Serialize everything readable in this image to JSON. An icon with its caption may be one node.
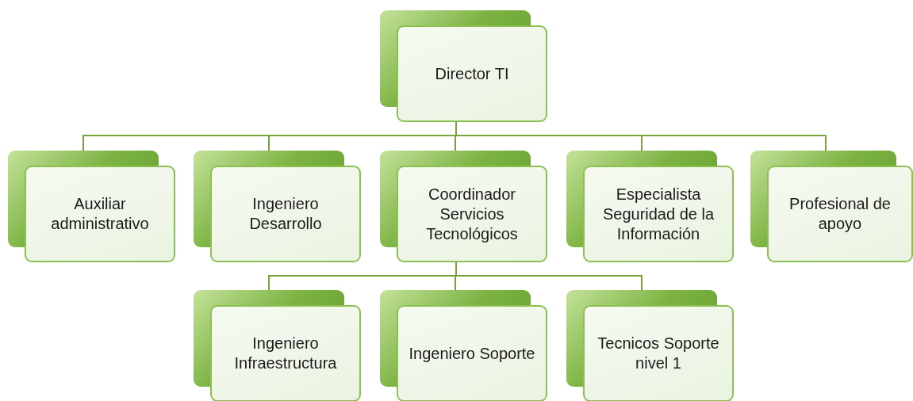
{
  "diagram": {
    "nodes": [
      {
        "text": [
          "Director TI"
        ]
      },
      {
        "text": [
          "Auxiliar administrativo"
        ]
      },
      {
        "text": [
          "Ingeniero Desarrollo"
        ]
      },
      {
        "text": [
          "Coordinador Servicios Tecnológicos"
        ]
      },
      {
        "text": [
          "Especialista Seguridad de la Información"
        ]
      },
      {
        "text": [
          "Profesional de apoyo"
        ]
      },
      {
        "text": [
          "Ingeniero Infraestructura"
        ]
      },
      {
        "text": [
          "Ingeniero Soporte"
        ]
      },
      {
        "text": [
          "Tecnicos Soporte nivel 1"
        ]
      }
    ],
    "edges": [
      {
        "from": 0,
        "to": 1,
        "arrow": "none"
      },
      {
        "from": 0,
        "to": 2,
        "arrow": "none"
      },
      {
        "from": 0,
        "to": 3,
        "arrow": "none"
      },
      {
        "from": 0,
        "to": 4,
        "arrow": "none"
      },
      {
        "from": 0,
        "to": 5,
        "arrow": "none"
      },
      {
        "from": 3,
        "to": 6,
        "arrow": "none"
      },
      {
        "from": 3,
        "to": 7,
        "arrow": "none"
      },
      {
        "from": 3,
        "to": 8,
        "arrow": "none"
      }
    ]
  }
}
